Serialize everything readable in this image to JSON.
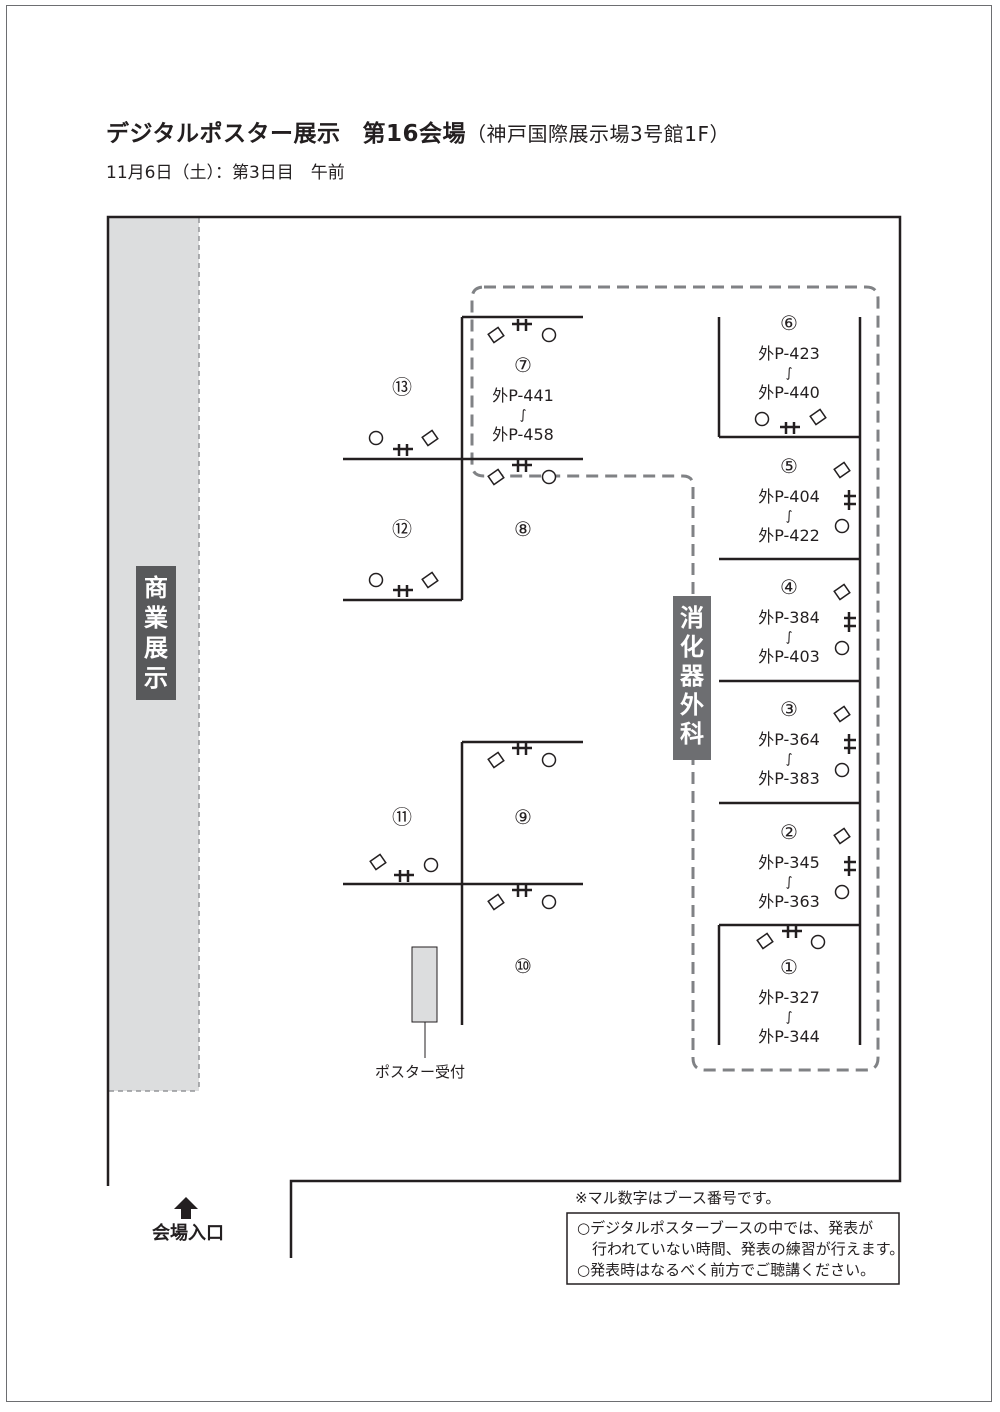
{
  "header": {
    "title": "デジタルポスター展示",
    "hall": "第16会場",
    "venue": "（神戸国際展示場3号館1F）",
    "datetime": "11月6日（土）：第3日目　午前"
  },
  "areas": {
    "commercial": [
      "商",
      "業",
      "展",
      "示"
    ],
    "department": [
      "消",
      "化",
      "器",
      "外",
      "科"
    ],
    "reception": "ポスター受付",
    "entrance": "会場入口"
  },
  "booths": [
    {
      "num": "①",
      "from": "外P-327",
      "to": "外P-344"
    },
    {
      "num": "②",
      "from": "外P-345",
      "to": "外P-363"
    },
    {
      "num": "③",
      "from": "外P-364",
      "to": "外P-383"
    },
    {
      "num": "④",
      "from": "外P-384",
      "to": "外P-403"
    },
    {
      "num": "⑤",
      "from": "外P-404",
      "to": "外P-422"
    },
    {
      "num": "⑥",
      "from": "外P-423",
      "to": "外P-440"
    },
    {
      "num": "⑦",
      "from": "外P-441",
      "to": "外P-458"
    },
    {
      "num": "⑧"
    },
    {
      "num": "⑨"
    },
    {
      "num": "⑩"
    },
    {
      "num": "⑪"
    },
    {
      "num": "⑫"
    },
    {
      "num": "⑬"
    }
  ],
  "tilde": "∫",
  "notes": {
    "booth_note": "※マル数字はブース番号です。",
    "lines": [
      "○デジタルポスターブースの中では、発表が",
      "　行われていない時間、発表の練習が行えます。",
      "○発表時はなるべく前方でご聴講ください。"
    ]
  }
}
